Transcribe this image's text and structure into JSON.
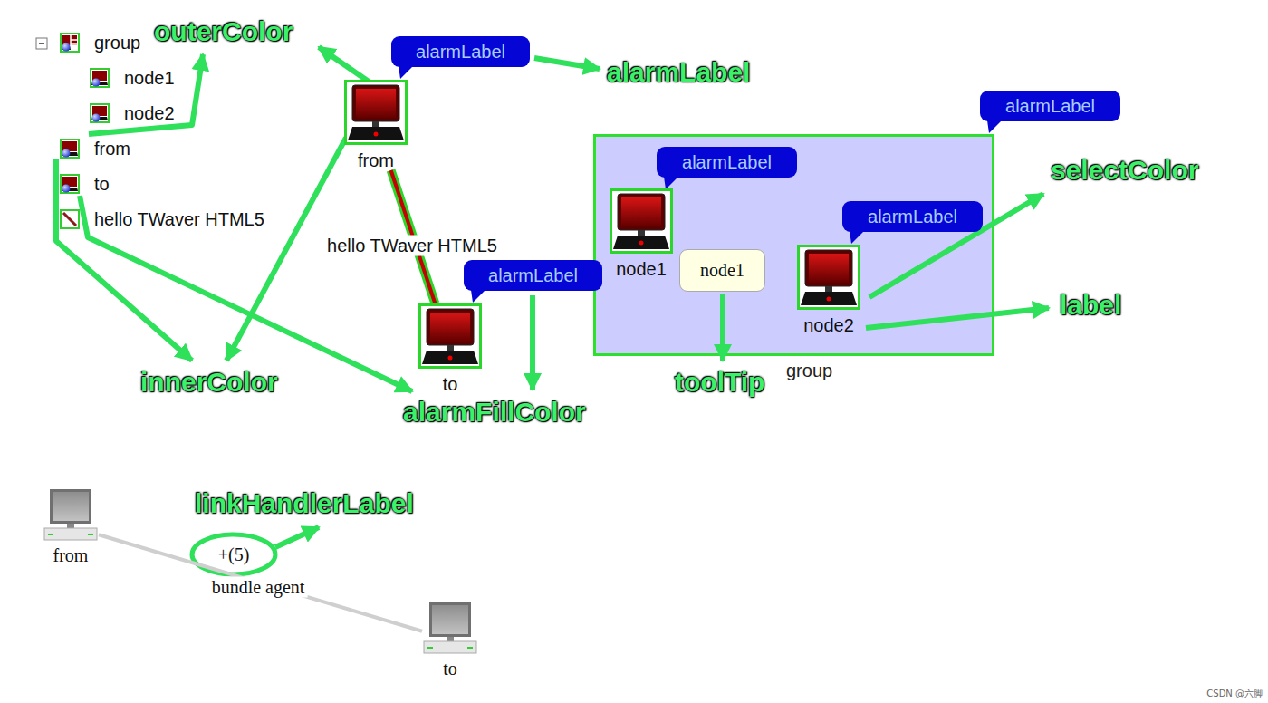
{
  "diagram": {
    "nodes": [
      {
        "text": [
          "alarmLabel"
        ]
      },
      {
        "text": [
          "from"
        ]
      },
      {
        "text": [
          "alarmLabel"
        ]
      },
      {
        "text": [
          "group"
        ]
      },
      {
        "text": [
          "alarmLabel"
        ],
        "in": 3
      },
      {
        "text": [
          "node1"
        ],
        "in": 3
      },
      {
        "text": [
          "node1"
        ],
        "in": 3
      },
      {
        "text": [
          "alarmLabel"
        ],
        "in": 3
      },
      {
        "text": [
          "node2"
        ],
        "in": 3
      },
      {
        "text": [
          "alarmLabel"
        ]
      },
      {
        "text": [
          "to"
        ]
      },
      {
        "text": [
          "from"
        ]
      },
      {
        "text": [
          "to"
        ]
      }
    ],
    "edges": [
      {
        "from": 1,
        "to": 10,
        "arrow": "none",
        "label": "hello TWaver HTML5"
      },
      {
        "from": 11,
        "to": 12,
        "arrow": "none",
        "label": "bundle agent"
      }
    ],
    "labels": [
      "group",
      "node1",
      "node2",
      "from",
      "to",
      "hello TWaver HTML5",
      "outerColor",
      "alarmLabel",
      "selectColor",
      "label",
      "innerColor",
      "toolTip",
      "alarmFillColor",
      "linkHandlerLabel",
      "+(5)",
      "CSDN @六脚"
    ]
  }
}
